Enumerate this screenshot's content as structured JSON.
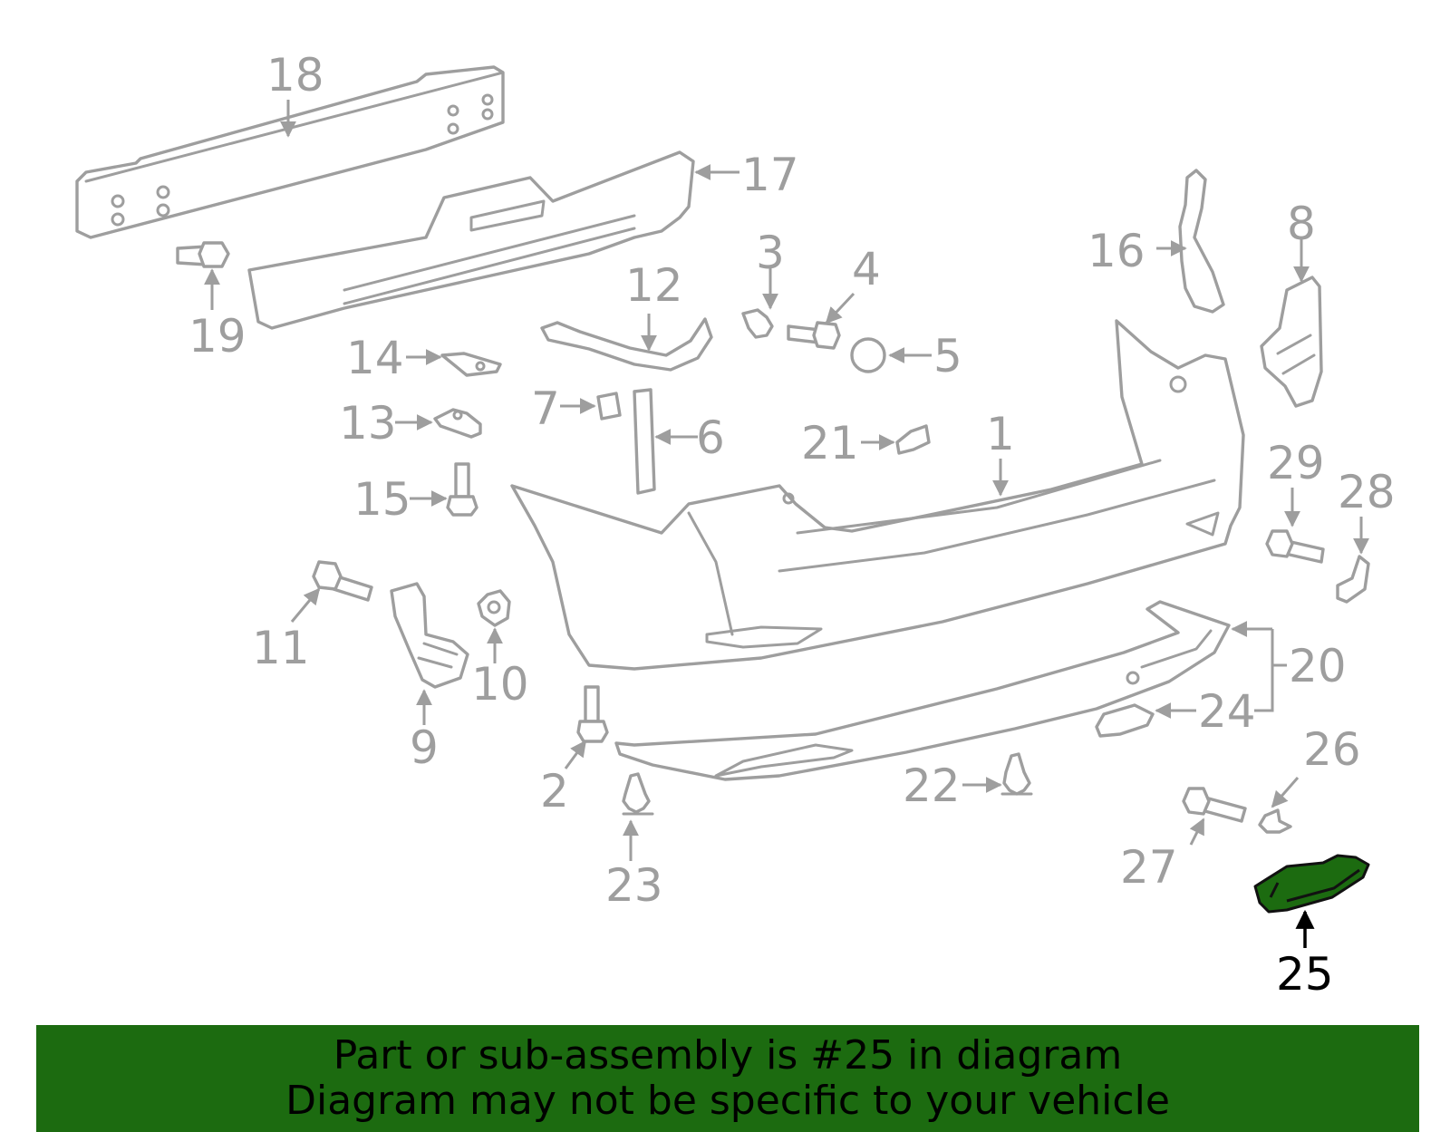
{
  "callouts": {
    "c1": "1",
    "c2": "2",
    "c3": "3",
    "c4": "4",
    "c5": "5",
    "c6": "6",
    "c7": "7",
    "c8": "8",
    "c9": "9",
    "c10": "10",
    "c11": "11",
    "c12": "12",
    "c13": "13",
    "c14": "14",
    "c15": "15",
    "c16": "16",
    "c17": "17",
    "c18": "18",
    "c19": "19",
    "c20": "20",
    "c21": "21",
    "c22": "22",
    "c23": "23",
    "c24": "24",
    "c25": "25",
    "c26": "26",
    "c27": "27",
    "c28": "28",
    "c29": "29"
  },
  "highlighted_part": "25",
  "colors": {
    "highlight": "#1c6b10",
    "part_outline": "#9e9e9e",
    "callout_text": "#9e9e9e",
    "highlight_callout_text": "#000000"
  },
  "notice": {
    "line1": "Part or sub-assembly is #25 in diagram",
    "line2": "Diagram may not be specific to your vehicle"
  }
}
